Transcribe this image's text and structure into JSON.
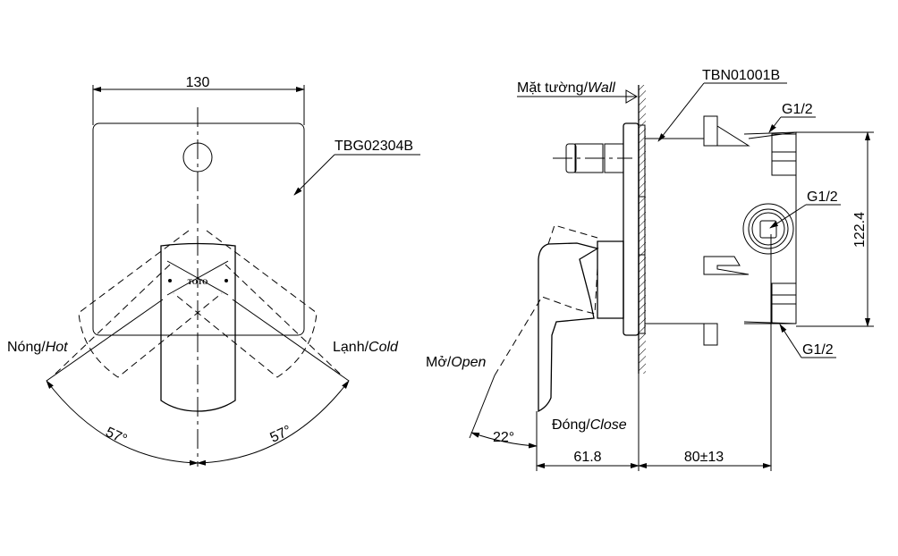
{
  "front_view": {
    "width_dim": "130",
    "plate_code": "TBG02304B",
    "logo": "TOTO",
    "hot_label": "Nóng/",
    "hot_label_en": "Hot",
    "cold_label": "Lạnh/",
    "cold_label_en": "Cold",
    "angle_left": "57°",
    "angle_right": "57°"
  },
  "side_view": {
    "wall_label": "Mặt tường/",
    "wall_label_en": "Wall",
    "body_code": "TBN01001B",
    "port_top": "G1/2",
    "port_mid": "G1/2",
    "port_bottom": "G1/2",
    "height_dim": "122.4",
    "open_label": "Mở/",
    "open_label_en": "Open",
    "close_label": "Đóng/",
    "close_label_en": "Close",
    "open_angle": "22°",
    "depth_front_dim": "61.8",
    "depth_back_dim": "80±13"
  }
}
